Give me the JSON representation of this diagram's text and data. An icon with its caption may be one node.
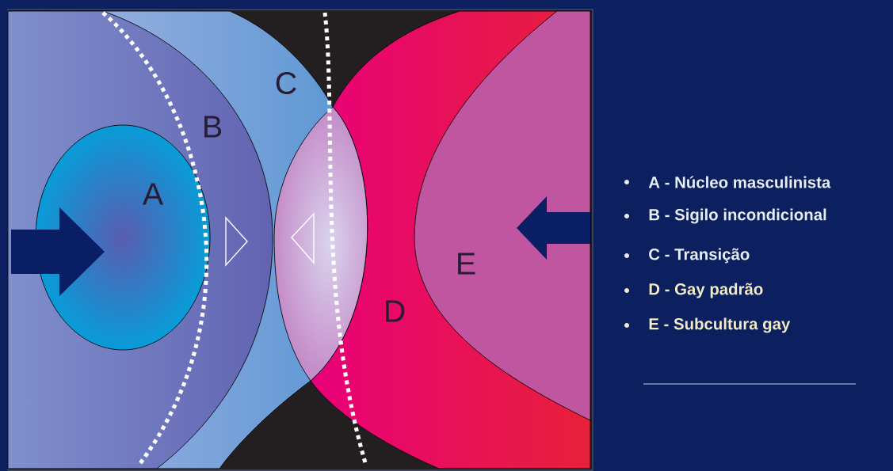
{
  "diagram": {
    "nodes": [
      {
        "text": [
          "C"
        ]
      },
      {
        "text": [
          "B"
        ],
        "in": 0
      },
      {
        "text": [
          "A"
        ],
        "in": 1
      },
      {
        "text": [
          "D"
        ]
      },
      {
        "text": [
          "E"
        ],
        "in": 3
      }
    ],
    "labels": [
      "A - Núcleo masculinista",
      "B - Sigilo incondicional",
      "C - Transição",
      "D - Gay padrão",
      "E - Subcultura gay"
    ]
  }
}
